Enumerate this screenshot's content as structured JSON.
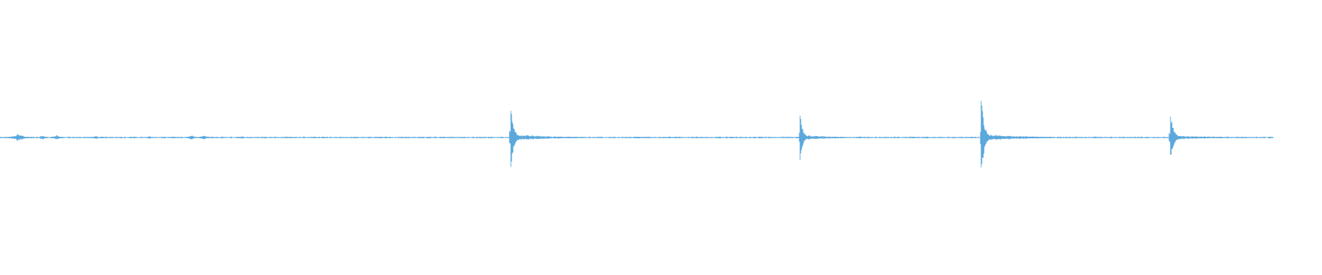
{
  "waveform": {
    "color": "#5aa8dc",
    "background": "#ffffff",
    "end_fraction": 0.9635,
    "baseline_amplitude": 0.014,
    "noise_bursts": [
      {
        "at": 0.014,
        "amplitude": 0.09,
        "decay": 0.004
      },
      {
        "at": 0.032,
        "amplitude": 0.045,
        "decay": 0.003
      },
      {
        "at": 0.043,
        "amplitude": 0.06,
        "decay": 0.003
      },
      {
        "at": 0.072,
        "amplitude": 0.04,
        "decay": 0.003
      },
      {
        "at": 0.113,
        "amplitude": 0.035,
        "decay": 0.003
      },
      {
        "at": 0.145,
        "amplitude": 0.05,
        "decay": 0.003
      },
      {
        "at": 0.154,
        "amplitude": 0.055,
        "decay": 0.003
      },
      {
        "at": 0.183,
        "amplitude": 0.03,
        "decay": 0.003
      },
      {
        "at": 0.43,
        "amplitude": 0.03,
        "decay": 0.003
      },
      {
        "at": 0.545,
        "amplitude": 0.025,
        "decay": 0.004
      },
      {
        "at": 0.69,
        "amplitude": 0.03,
        "decay": 0.003
      },
      {
        "at": 0.77,
        "amplitude": 0.025,
        "decay": 0.003
      }
    ],
    "transients": [
      {
        "at": 0.386,
        "amplitude": 1.0,
        "decay": 0.012
      },
      {
        "at": 0.605,
        "amplitude": 0.74,
        "decay": 0.01
      },
      {
        "at": 0.742,
        "amplitude": 1.0,
        "decay": 0.013
      },
      {
        "at": 0.885,
        "amplitude": 0.62,
        "decay": 0.014
      }
    ]
  }
}
